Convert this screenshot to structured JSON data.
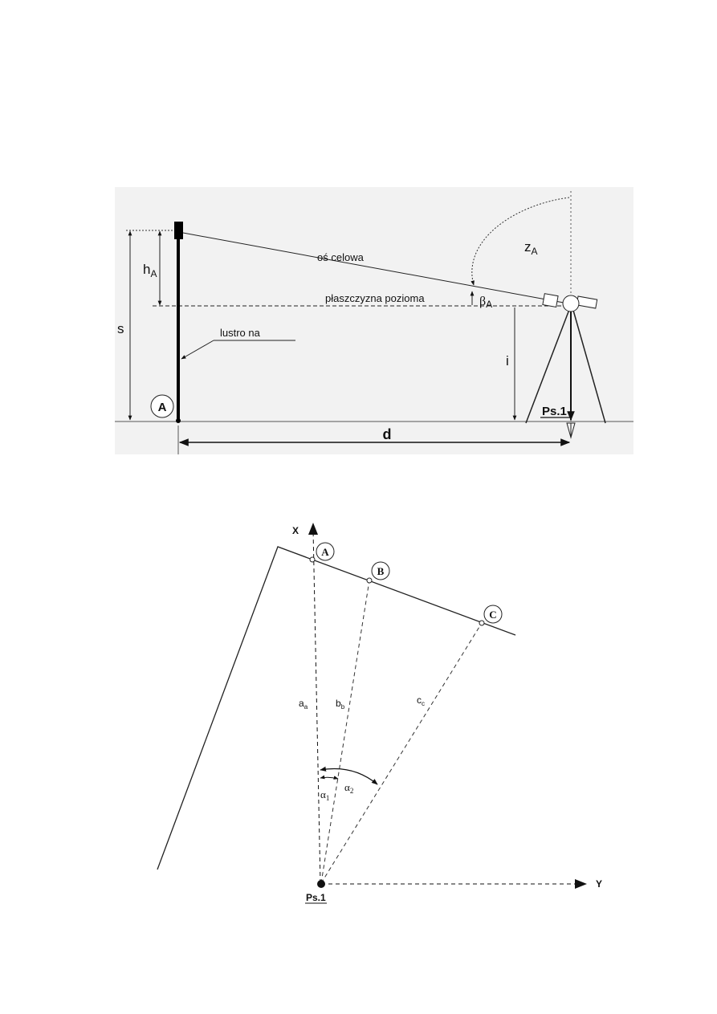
{
  "diagram1": {
    "line_of_sight": "oś celowa",
    "horizontal_plane": "płaszczyzna pozioma",
    "mirror": "lustro na",
    "zenith_label": "z",
    "zenith_sub": "A",
    "h_label": "h",
    "h_sub": "A",
    "beta_label": "β",
    "beta_sub": "A",
    "s_label": "s",
    "i_label": "i",
    "d_label": "d",
    "point_a": "A",
    "station": "Ps.1"
  },
  "diagram2": {
    "x_axis": "X",
    "y_axis": "Y",
    "point_a": "A",
    "point_b": "B",
    "point_c": "C",
    "dist_a": "a",
    "dist_a_sub": "a",
    "dist_b": "b",
    "dist_b_sub": "b",
    "dist_c": "c",
    "dist_c_sub": "c",
    "angle1": "α",
    "angle1_sub": "1",
    "angle2": "α",
    "angle2_sub": "2",
    "station": "Ps.1"
  }
}
